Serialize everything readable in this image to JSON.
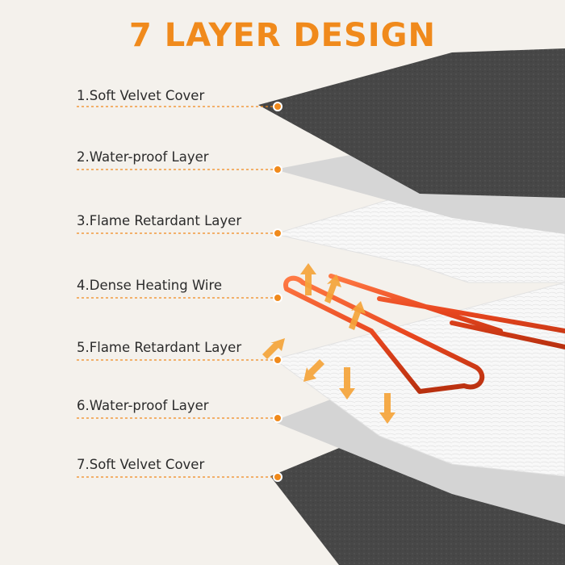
{
  "title": "7 LAYER DESIGN",
  "colors": {
    "accent": "#f08a1c",
    "velvet": "#4a4a4a",
    "waterproof": "#cfcfcf",
    "flame_retardant": "#f7f7f7",
    "heating_wire": "#e8461f"
  },
  "layers": [
    {
      "label": "1.Soft Velvet Cover"
    },
    {
      "label": "2.Water-proof Layer"
    },
    {
      "label": "3.Flame Retardant Layer"
    },
    {
      "label": "4.Dense Heating Wire"
    },
    {
      "label": "5.Flame Retardant Layer"
    },
    {
      "label": "6.Water-proof Layer"
    },
    {
      "label": "7.Soft Velvet Cover"
    }
  ]
}
